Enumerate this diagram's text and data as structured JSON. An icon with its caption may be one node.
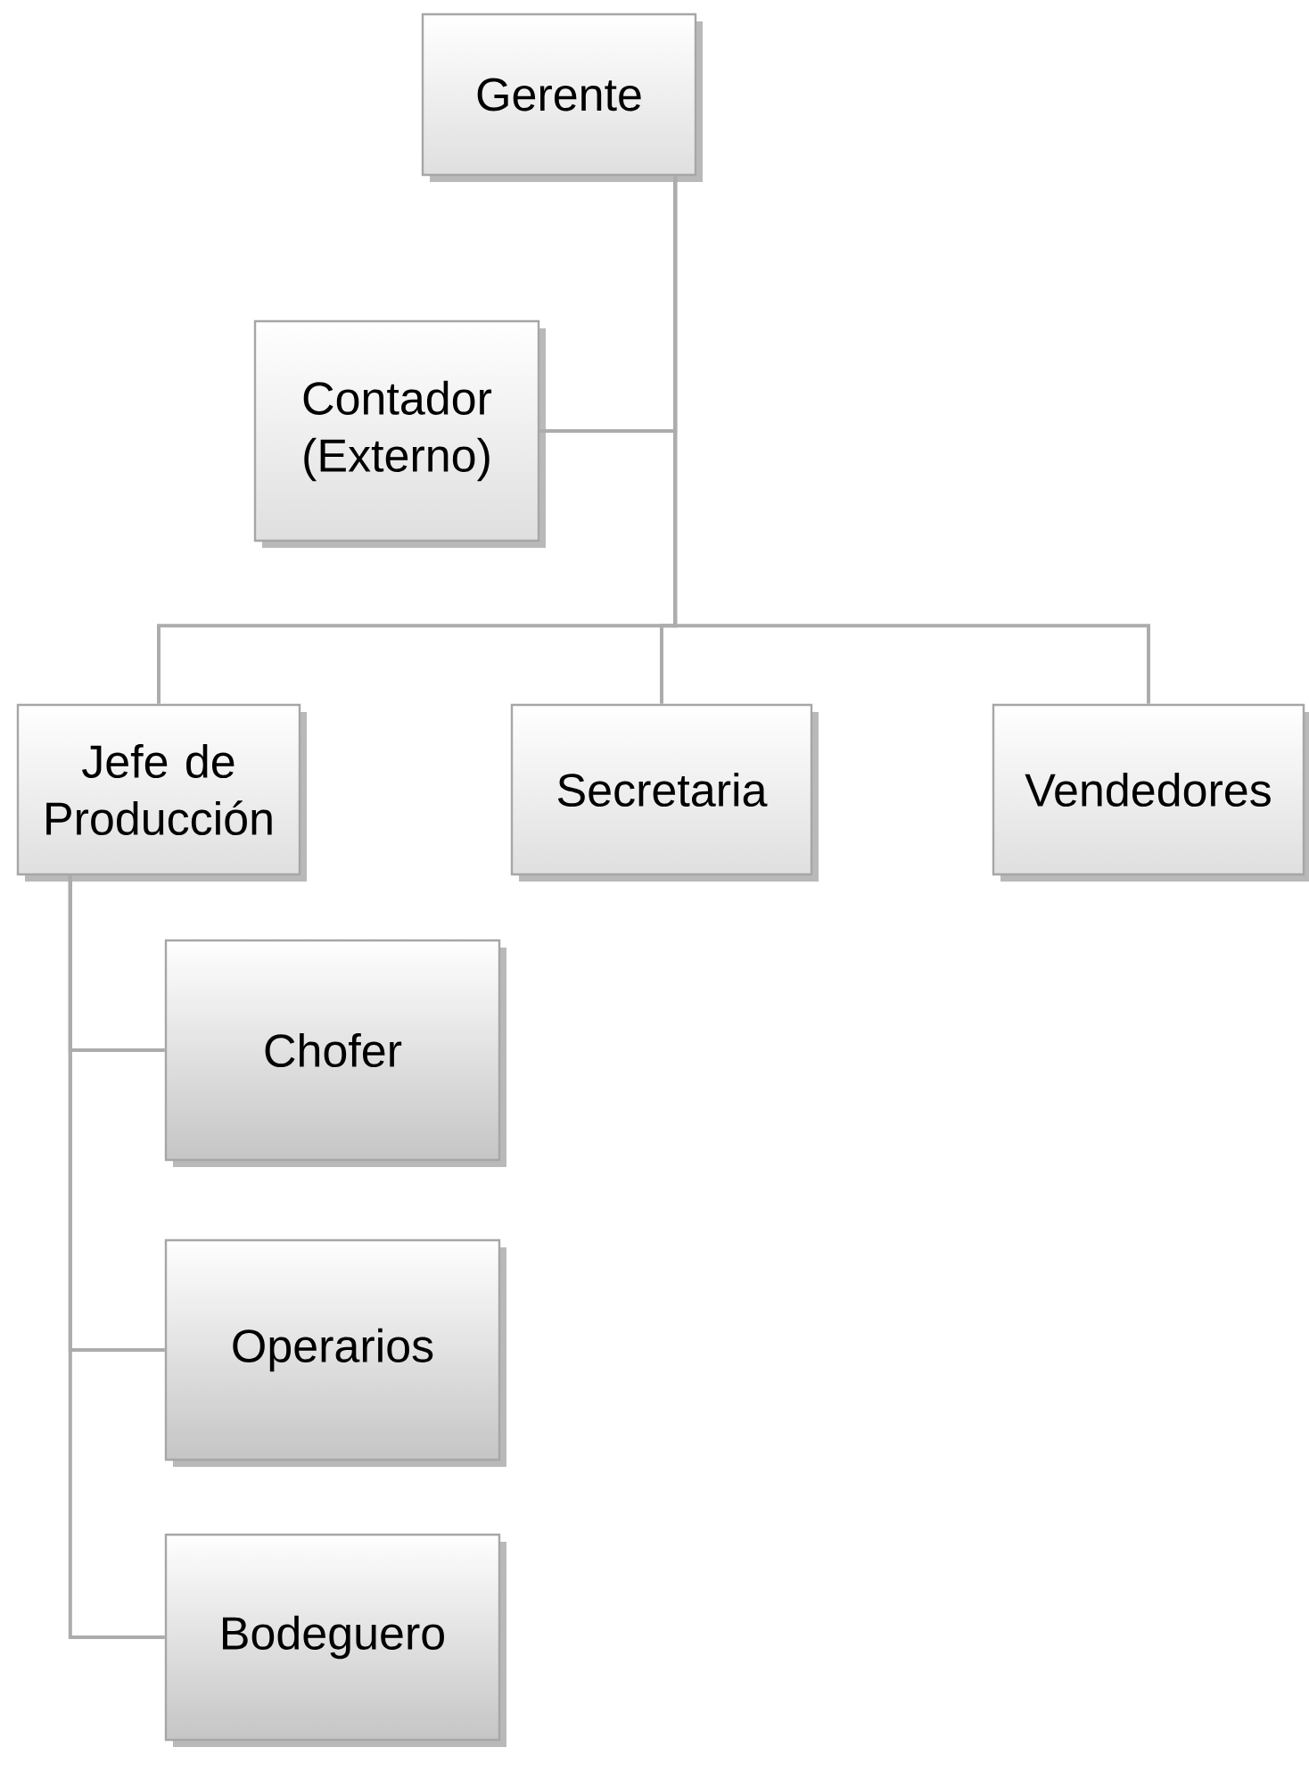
{
  "diagram": {
    "nodes": [
      {
        "text": [
          "Gerente"
        ]
      },
      {
        "text": [
          "Contador (Externo)"
        ]
      },
      {
        "text": [
          "Jefe de Producción"
        ]
      },
      {
        "text": [
          "Secretaria"
        ]
      },
      {
        "text": [
          "Vendedores"
        ]
      },
      {
        "text": [
          "Chofer"
        ]
      },
      {
        "text": [
          "Operarios"
        ]
      },
      {
        "text": [
          "Bodeguero"
        ]
      }
    ],
    "edges": [
      {
        "from": 0,
        "to": 1,
        "arrow": "none"
      },
      {
        "from": 0,
        "to": 2,
        "arrow": "none"
      },
      {
        "from": 0,
        "to": 3,
        "arrow": "none"
      },
      {
        "from": 0,
        "to": 4,
        "arrow": "none"
      },
      {
        "from": 2,
        "to": 5,
        "arrow": "none"
      },
      {
        "from": 2,
        "to": 6,
        "arrow": "none"
      },
      {
        "from": 2,
        "to": 7,
        "arrow": "none"
      }
    ]
  }
}
